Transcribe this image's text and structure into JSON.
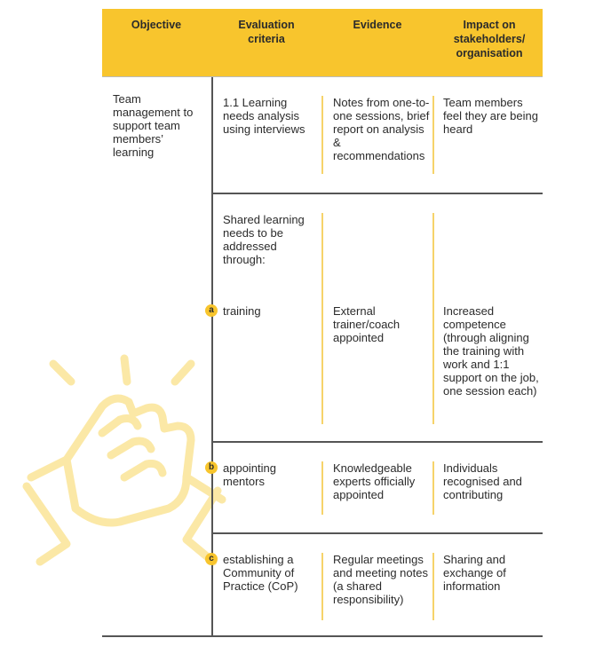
{
  "headers": {
    "objective": "Objective",
    "criteria": "Evaluation criteria",
    "evidence": "Evidence",
    "impact": "Impact on stakeholders/ organisation"
  },
  "objective_text": "Team management to support team members’ learning",
  "rows": [
    {
      "criteria": "1.1 Learning needs analysis using interviews",
      "evidence": "Notes from one-to-one sessions, brief report on analysis & recommendations",
      "impact": "Team members feel they are being heard"
    },
    {
      "intro": "Shared learning needs to be addressed through:",
      "marker": "a",
      "criteria": "training",
      "evidence": "External trainer/coach appointed",
      "impact": "Increased competence (through aligning the training with work and 1:1 support on the job, one session each)"
    },
    {
      "marker": "b",
      "criteria": "appointing mentors",
      "evidence": "Knowledgeable experts officially appointed",
      "impact": "Individuals recognised and contributing"
    },
    {
      "marker": "c",
      "criteria": "establishing a Community of Practice (CoP)",
      "evidence": "Regular meetings and meeting notes (a shared responsibility)",
      "impact": "Sharing and exchange of information"
    }
  ],
  "colors": {
    "accent": "#f8c52d",
    "rule": "#555555",
    "divider": "#f6d36a"
  },
  "illustration": "handshake-icon"
}
